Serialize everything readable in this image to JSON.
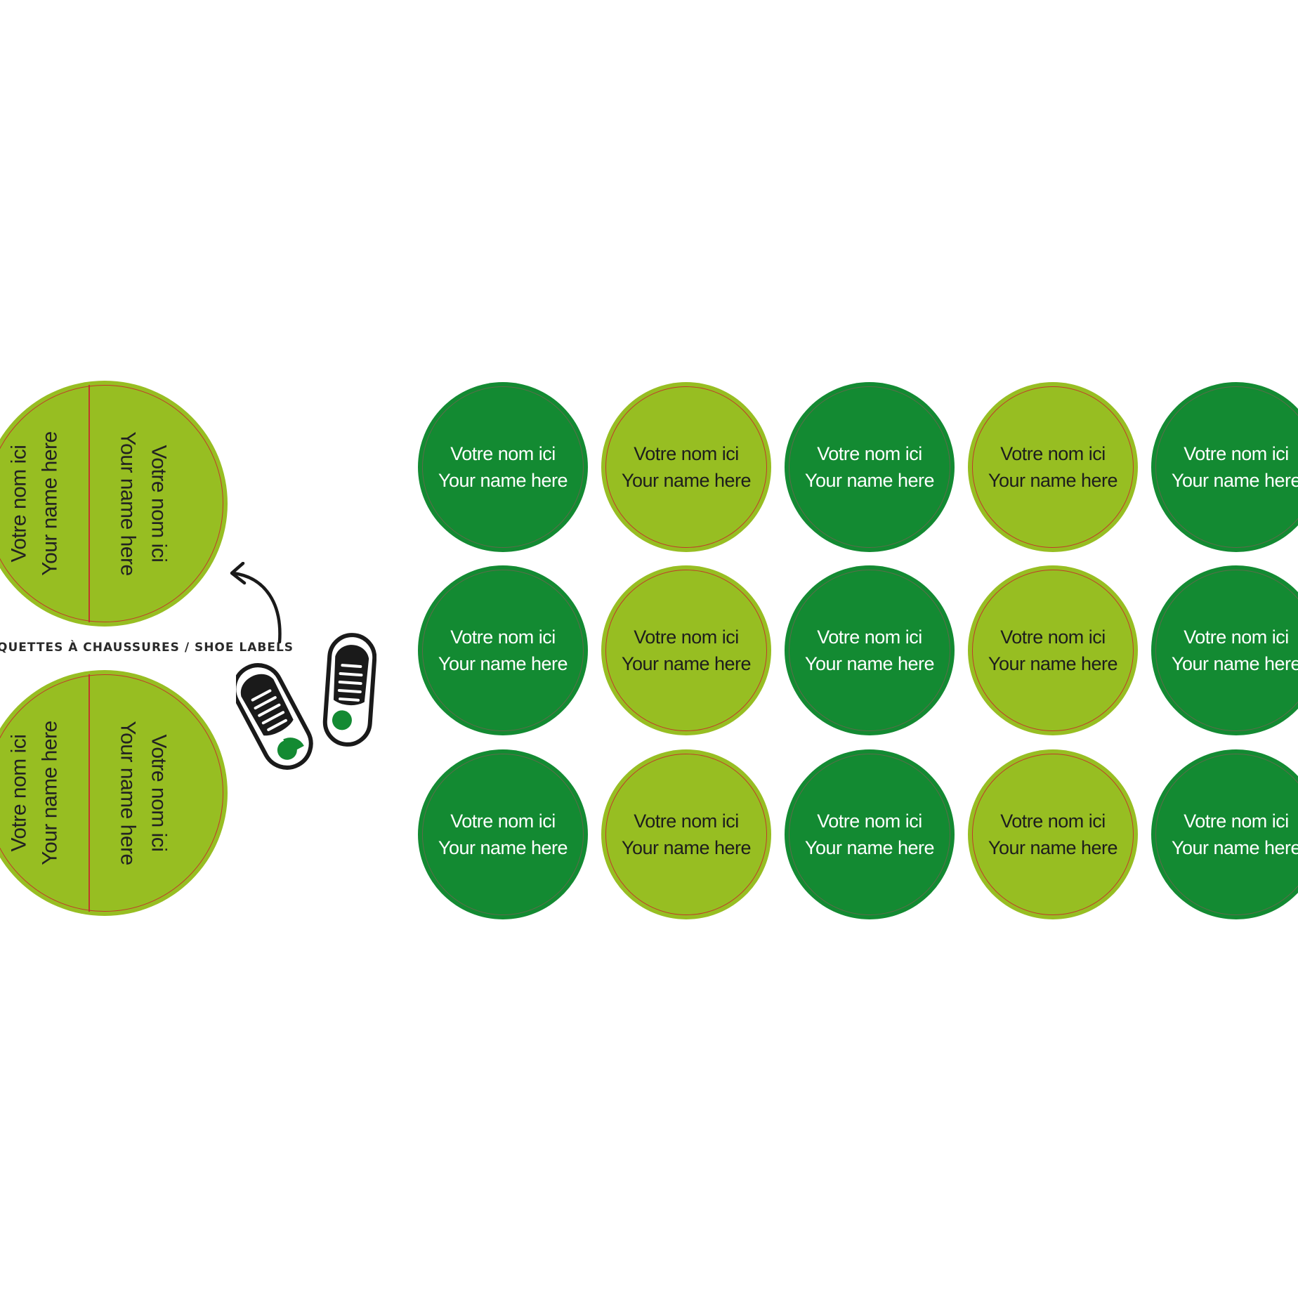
{
  "caption": "QUETTES À CHAUSSURES / SHOE LABELS",
  "colors": {
    "dark_green": "#138a32",
    "light_green": "#97be22",
    "cut_line": "#c0392b",
    "ink": "#1d1d1d"
  },
  "shoe_labels": [
    {
      "left_line1": "Votre nom ici",
      "left_line2": "Your name here",
      "right_line1": "Votre nom ici",
      "right_line2": "Your name here"
    },
    {
      "left_line1": "Votre nom ici",
      "left_line2": "Your name here",
      "right_line1": "Votre nom ici",
      "right_line2": "Your name here"
    }
  ],
  "icons": [
    "curved-arrow-icon",
    "sneakers-icon"
  ],
  "labels": [
    {
      "variant": "dark",
      "line1": "Votre nom ici",
      "line2": "Your name here"
    },
    {
      "variant": "light",
      "line1": "Votre nom ici",
      "line2": "Your name here"
    },
    {
      "variant": "dark",
      "line1": "Votre nom ici",
      "line2": "Your name here"
    },
    {
      "variant": "light",
      "line1": "Votre nom ici",
      "line2": "Your name here"
    },
    {
      "variant": "dark",
      "line1": "Votre nom ici",
      "line2": "Your name here"
    },
    {
      "variant": "dark",
      "line1": "Votre nom ici",
      "line2": "Your name here"
    },
    {
      "variant": "light",
      "line1": "Votre nom ici",
      "line2": "Your name here"
    },
    {
      "variant": "dark",
      "line1": "Votre nom ici",
      "line2": "Your name here"
    },
    {
      "variant": "light",
      "line1": "Votre nom ici",
      "line2": "Your name here"
    },
    {
      "variant": "dark",
      "line1": "Votre nom ici",
      "line2": "Your name here"
    },
    {
      "variant": "dark",
      "line1": "Votre nom ici",
      "line2": "Your name here"
    },
    {
      "variant": "light",
      "line1": "Votre nom ici",
      "line2": "Your name here"
    },
    {
      "variant": "dark",
      "line1": "Votre nom ici",
      "line2": "Your name here"
    },
    {
      "variant": "light",
      "line1": "Votre nom ici",
      "line2": "Your name here"
    },
    {
      "variant": "dark",
      "line1": "Votre nom ici",
      "line2": "Your name here"
    }
  ]
}
